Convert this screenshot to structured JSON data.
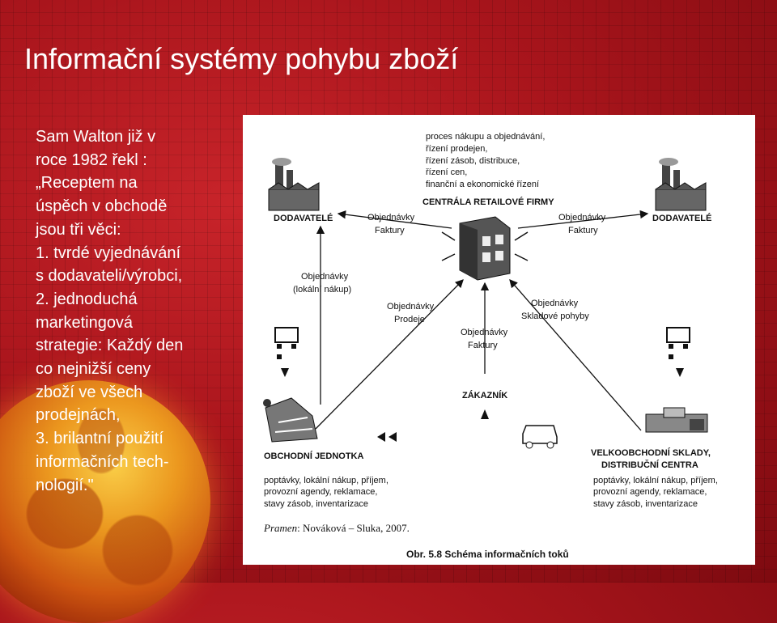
{
  "slide": {
    "title": "Informační systémy pohybu zboží",
    "quote_lines": [
      "Sam Walton již v",
      "roce 1982 řekl :",
      "„Receptem na",
      "úspěch v obchodě",
      "jsou tři věci:",
      "1. tvrdé vyjednávání",
      "s dodavateli/výrobci,",
      "2. jednoduchá",
      "marketingová",
      "strategie: Každý den",
      "co nejnižší ceny",
      "zboží ve všech",
      "prodejnách,",
      "3. brilantní použití",
      "informačních tech-",
      "nologií.\""
    ]
  },
  "diagram": {
    "centrala_functions": [
      "proces nákupu a objednávání,",
      "řízení prodejen,",
      "řízení zásob, distribuce,",
      "řízení cen,",
      "finanční a ekonomické řízení"
    ],
    "centrala": "CENTRÁLA RETAILOVÉ FIRMY",
    "supplier_left": "DODAVATELÉ",
    "supplier_right": "DODAVATELÉ",
    "flow_left_top": [
      "Objednávky",
      "Faktury"
    ],
    "flow_right_top": [
      "Objednávky",
      "Faktury"
    ],
    "flow_local": [
      "Objednávky",
      "(lokální nákup)"
    ],
    "flow_sales": [
      "Objednávky",
      "Prodeje"
    ],
    "flow_warehouse": [
      "Objednávky",
      "Skladové pohyby"
    ],
    "flow_customer": [
      "Objednávky",
      "Faktury"
    ],
    "customer": "ZÁKAZNÍK",
    "store": "OBCHODNÍ JEDNOTKA",
    "store_items": [
      "poptávky, lokální nákup, příjem,",
      "provozní agendy, reklamace,",
      "stavy zásob, inventarizace"
    ],
    "wholesale": [
      "VELKOOBCHODNÍ SKLADY,",
      "DISTRIBUČNÍ CENTRA"
    ],
    "wholesale_items": [
      "poptávky, lokální nákup, příjem,",
      "provozní agendy, reklamace,",
      "stavy zásob, inventarizace"
    ],
    "source_label": "Pramen",
    "source_text": ": Nováková – Sluka, 2007.",
    "caption": "Obr. 5.8 Schéma informačních toků"
  }
}
